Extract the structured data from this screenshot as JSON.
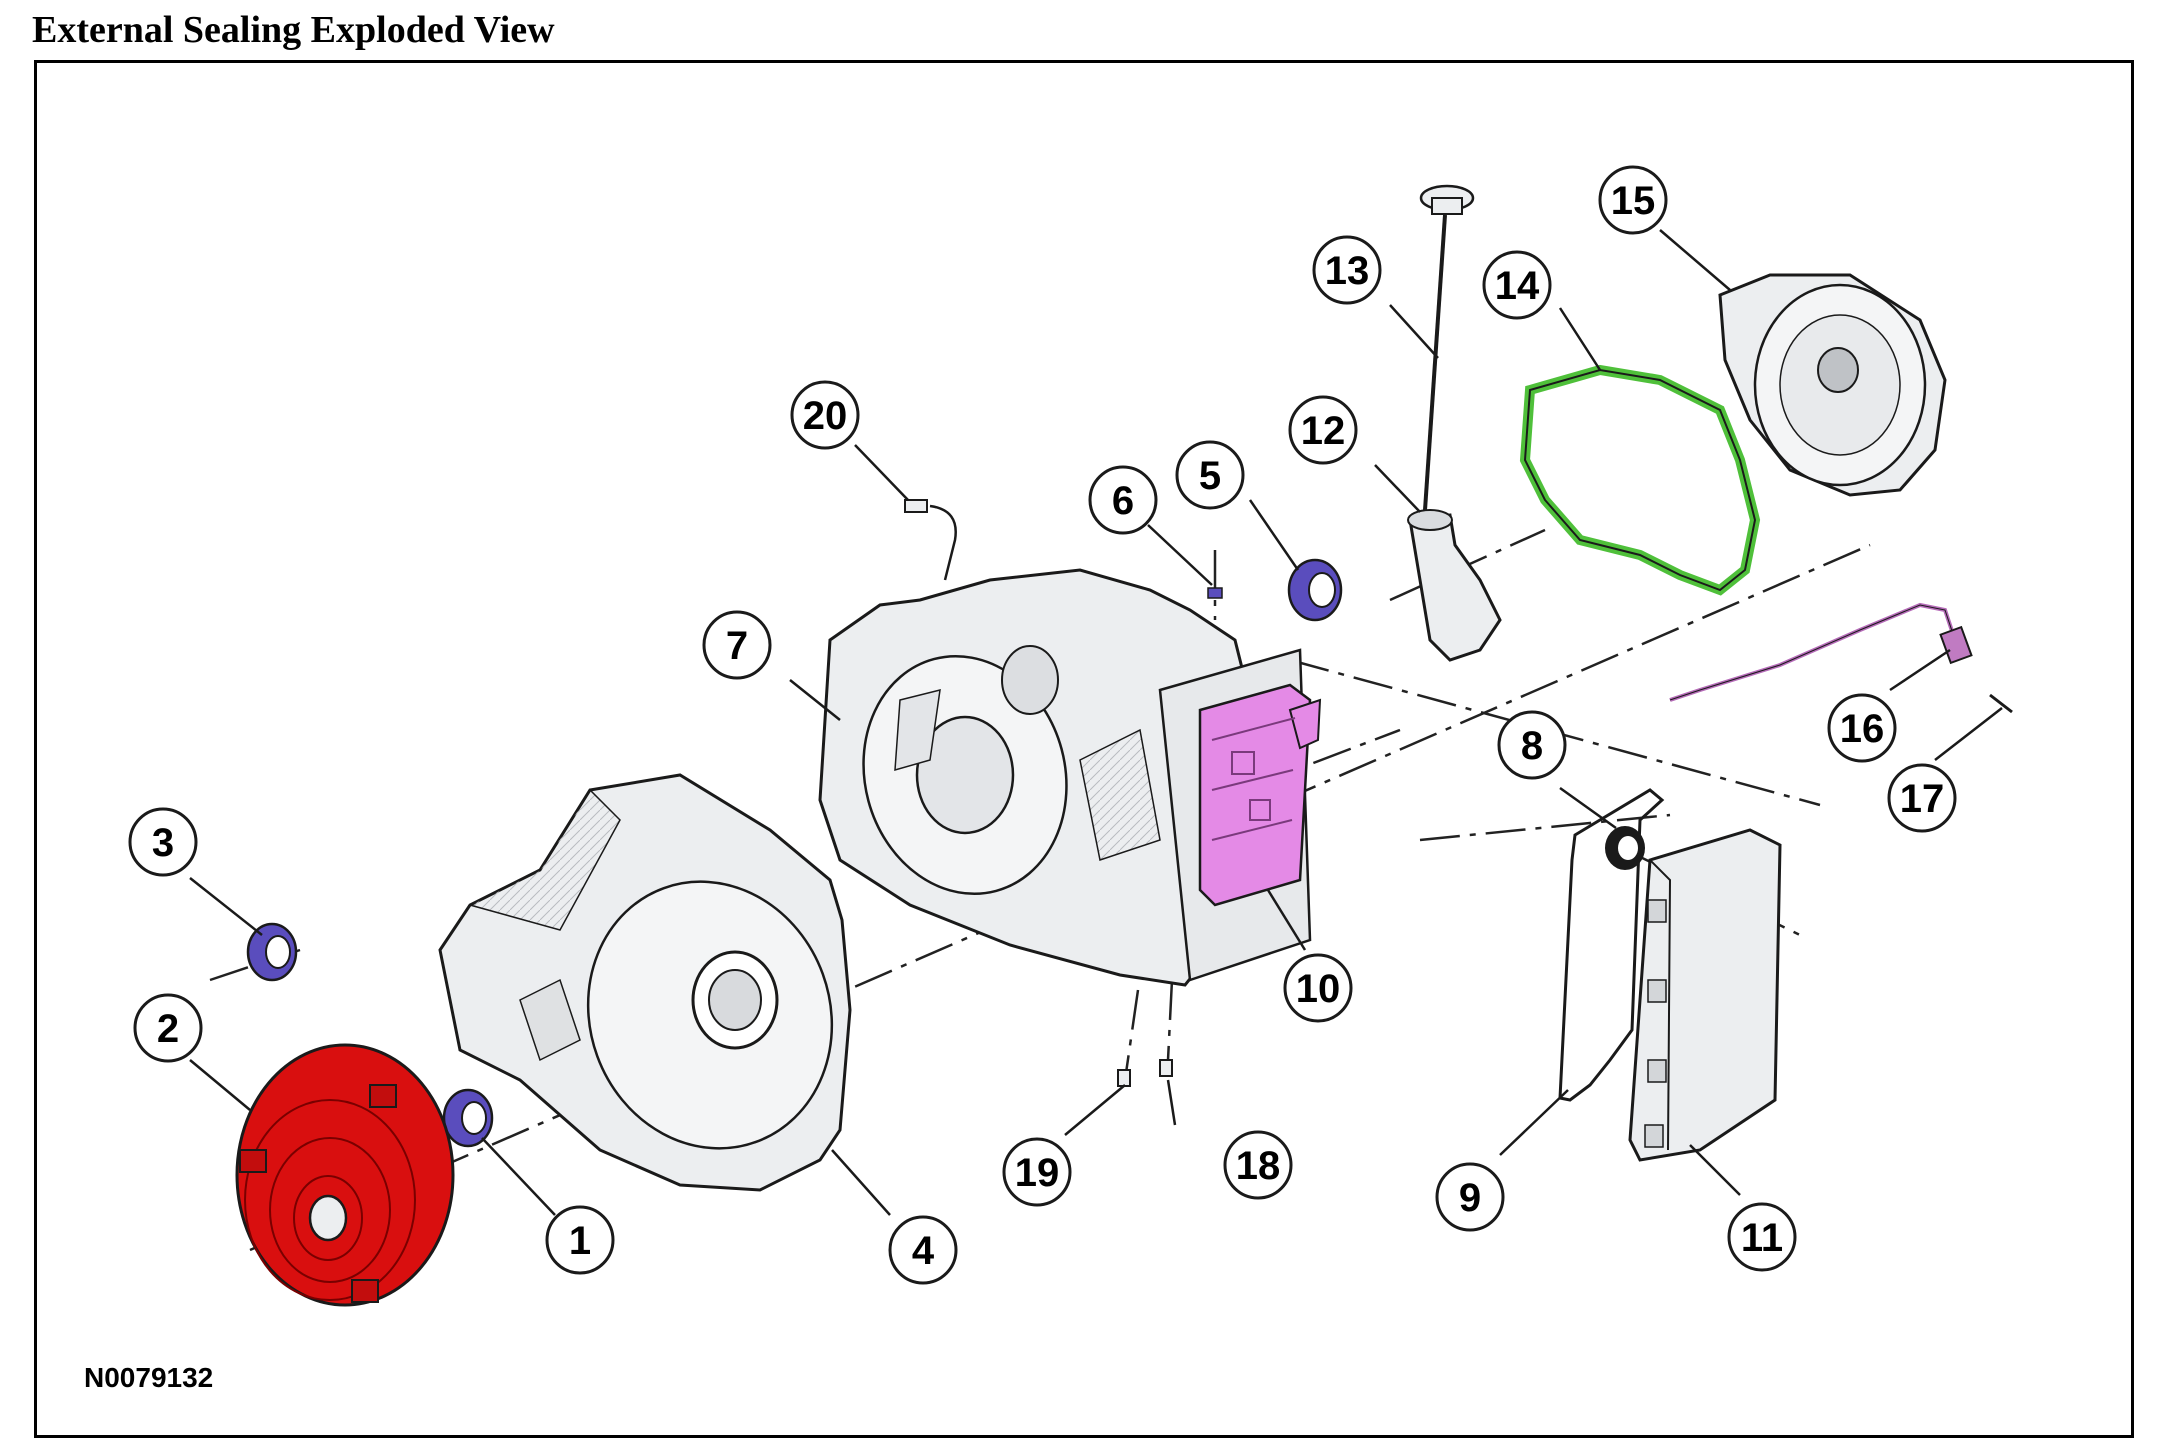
{
  "title": "External Sealing Exploded View",
  "figure_code": "N0079132",
  "colors": {
    "seal_blue": "#5a4dbd",
    "converter_red": "#d90f0f",
    "valve_body_pink": "#e48ae6",
    "gasket_green": "#4fc03a",
    "casting_gray": "#eceef0",
    "outline": "#1a1a1a"
  },
  "callouts": [
    {
      "id": "callout-1",
      "label": "1"
    },
    {
      "id": "callout-2",
      "label": "2"
    },
    {
      "id": "callout-3",
      "label": "3"
    },
    {
      "id": "callout-4",
      "label": "4"
    },
    {
      "id": "callout-5",
      "label": "5"
    },
    {
      "id": "callout-6",
      "label": "6"
    },
    {
      "id": "callout-7",
      "label": "7"
    },
    {
      "id": "callout-8",
      "label": "8"
    },
    {
      "id": "callout-9",
      "label": "9"
    },
    {
      "id": "callout-10",
      "label": "10"
    },
    {
      "id": "callout-11",
      "label": "11"
    },
    {
      "id": "callout-12",
      "label": "12"
    },
    {
      "id": "callout-13",
      "label": "13"
    },
    {
      "id": "callout-14",
      "label": "14"
    },
    {
      "id": "callout-15",
      "label": "15"
    },
    {
      "id": "callout-16",
      "label": "16"
    },
    {
      "id": "callout-17",
      "label": "17"
    },
    {
      "id": "callout-18",
      "label": "18"
    },
    {
      "id": "callout-19",
      "label": "19"
    },
    {
      "id": "callout-20",
      "label": "20"
    }
  ]
}
